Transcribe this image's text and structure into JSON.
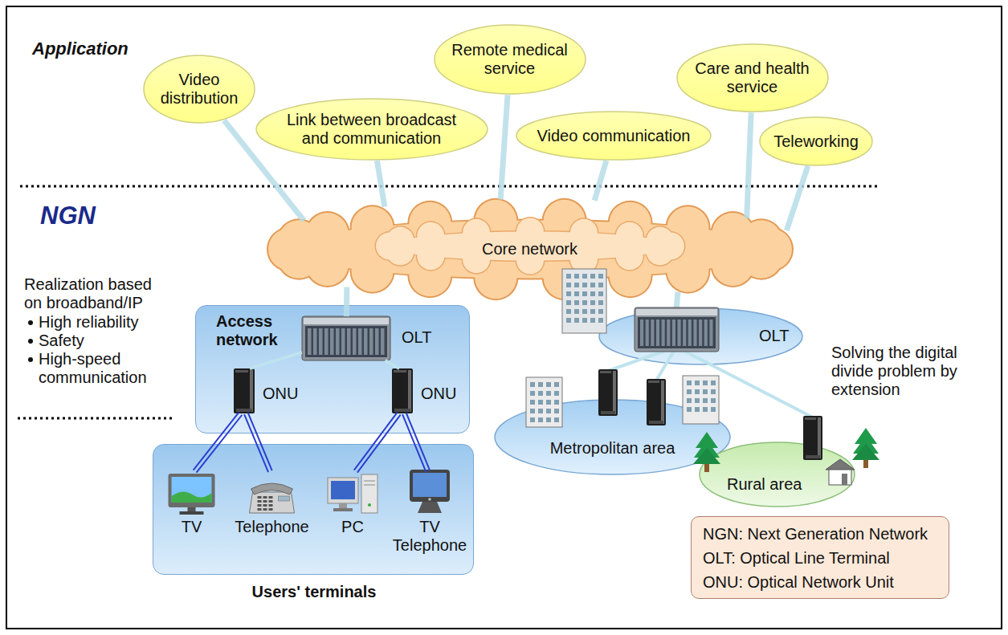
{
  "diagram": {
    "nodes": [
      {
        "text": [
          "Video distribution"
        ]
      },
      {
        "text": [
          "Link between broadcast and communication"
        ]
      },
      {
        "text": [
          "Remote medical service"
        ]
      },
      {
        "text": [
          "Video communication"
        ]
      },
      {
        "text": [
          "Care and health service"
        ]
      },
      {
        "text": [
          "Teleworking"
        ]
      },
      {
        "text": [
          "Core network"
        ]
      },
      {
        "text": [
          "Access network"
        ]
      },
      {
        "text": [
          "OLT"
        ],
        "in": 7
      },
      {
        "text": [
          "ONU"
        ],
        "in": 7
      },
      {
        "text": [
          "ONU"
        ],
        "in": 7
      },
      {
        "text": [
          "OLT"
        ]
      },
      {
        "text": [
          "Metropolitan area"
        ]
      },
      {
        "text": [
          "Rural area"
        ]
      },
      {
        "text": [
          "Users' terminals"
        ]
      },
      {
        "text": [
          "TV"
        ],
        "in": 14
      },
      {
        "text": [
          "Telephone"
        ],
        "in": 14
      },
      {
        "text": [
          "PC"
        ],
        "in": 14
      },
      {
        "text": [
          "TV Telephone"
        ],
        "in": 14
      },
      {
        "text": [
          "NGN: Next Generation Network",
          "OLT: Optical Line Terminal",
          "ONU: Optical Network Unit"
        ]
      }
    ],
    "edges": [
      {
        "from": 0,
        "to": 6,
        "arrow": "none"
      },
      {
        "from": 1,
        "to": 6,
        "arrow": "none"
      },
      {
        "from": 2,
        "to": 6,
        "arrow": "none"
      },
      {
        "from": 3,
        "to": 6,
        "arrow": "none"
      },
      {
        "from": 4,
        "to": 6,
        "arrow": "none"
      },
      {
        "from": 5,
        "to": 6,
        "arrow": "none"
      },
      {
        "from": 6,
        "to": 8,
        "arrow": "none"
      },
      {
        "from": 6,
        "to": 11,
        "arrow": "none"
      },
      {
        "from": 8,
        "to": 9,
        "arrow": "none"
      },
      {
        "from": 8,
        "to": 10,
        "arrow": "none"
      },
      {
        "from": 9,
        "to": 15,
        "arrow": "none"
      },
      {
        "from": 9,
        "to": 16,
        "arrow": "none"
      },
      {
        "from": 10,
        "to": 17,
        "arrow": "none"
      },
      {
        "from": 10,
        "to": 18,
        "arrow": "none"
      }
    ],
    "labels": [
      "Application",
      "NGN",
      "Realization based on broadband/IP",
      "High reliability",
      "Safety",
      "High-speed communication",
      "Solving the digital divide problem by extension"
    ]
  }
}
